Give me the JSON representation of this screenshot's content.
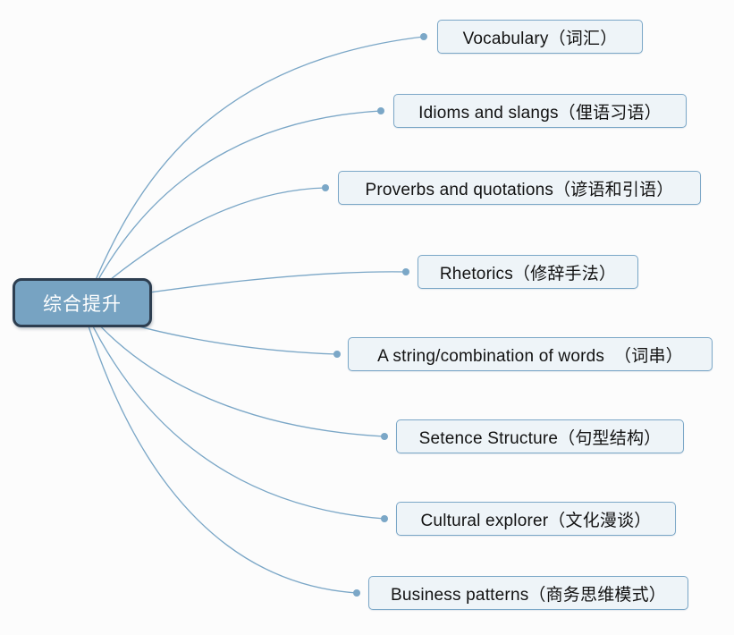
{
  "diagram": {
    "type": "mind-map",
    "background_color": "#fcfcfc",
    "root": {
      "label": "综合提升",
      "fill_color": "#77a3c2",
      "border_color": "#2d3e50",
      "text_color": "#ffffff"
    },
    "branch_style": {
      "fill_color": "#eef4f8",
      "border_color": "#7ba7c7",
      "line_color": "#7ba7c7",
      "text_color": "#121212"
    },
    "branches": [
      {
        "label": "Vocabulary（词汇）"
      },
      {
        "label": "Idioms and slangs（俚语习语）"
      },
      {
        "label": "Proverbs and quotations（谚语和引语）"
      },
      {
        "label": "Rhetorics（修辞手法）"
      },
      {
        "label": "A string/combination of words  （词串）"
      },
      {
        "label": "Setence Structure（句型结构）"
      },
      {
        "label": "Cultural explorer（文化漫谈）"
      },
      {
        "label": "Business patterns（商务思维模式）"
      }
    ]
  }
}
